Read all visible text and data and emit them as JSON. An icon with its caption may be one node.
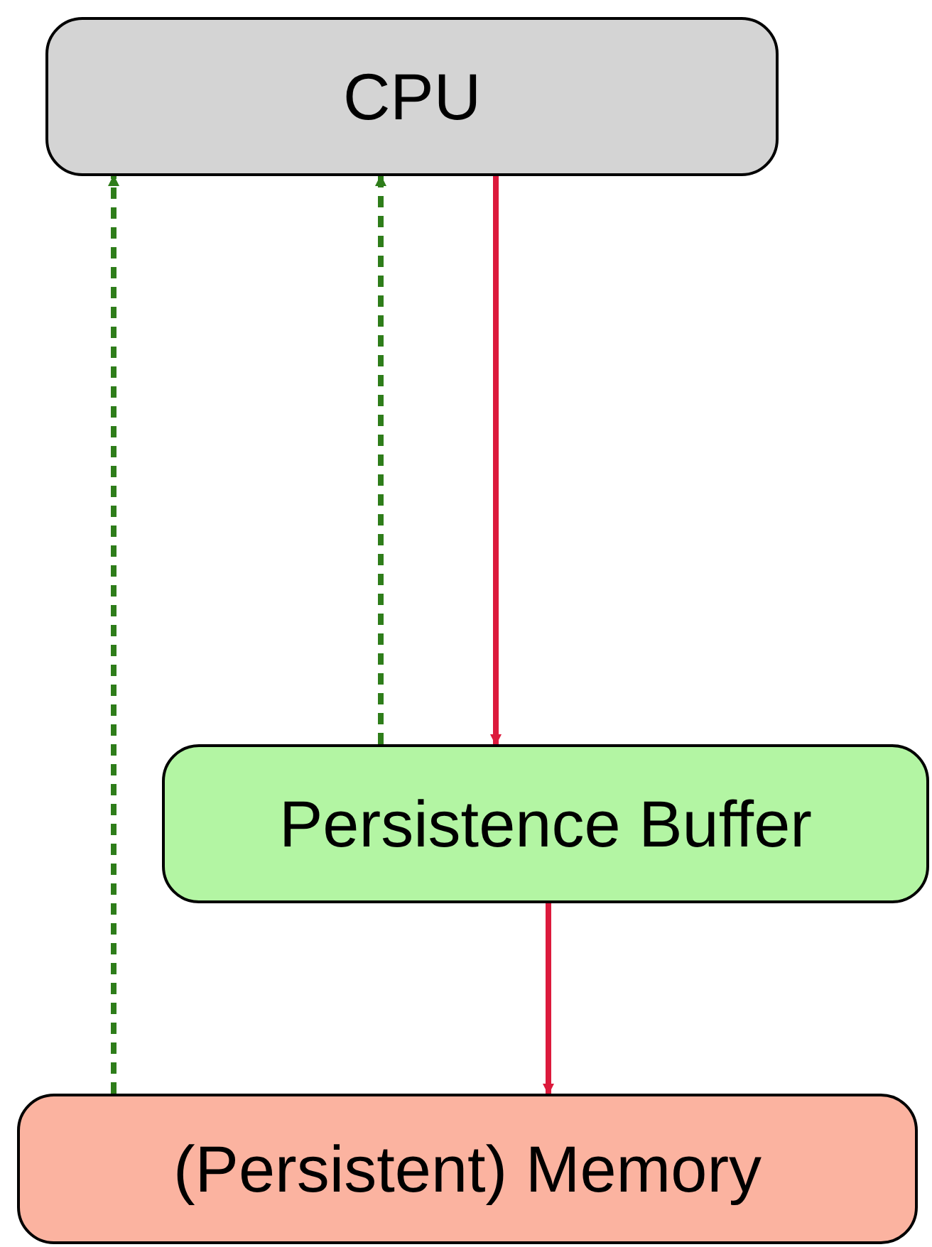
{
  "diagram": {
    "nodes": [
      {
        "text": [
          "CPU"
        ]
      },
      {
        "text": [
          "Persistence Buffer"
        ]
      },
      {
        "text": [
          "(Persistent) Memory"
        ]
      }
    ],
    "edges": [
      {
        "from": 2,
        "to": 0,
        "arrow": "to",
        "style": "dashed",
        "color": "#2e7d1a"
      },
      {
        "from": 1,
        "to": 0,
        "arrow": "to",
        "style": "dashed",
        "color": "#2e7d1a"
      },
      {
        "from": 0,
        "to": 1,
        "arrow": "to",
        "color": "#dc1a3c"
      },
      {
        "from": 1,
        "to": 2,
        "arrow": "to",
        "color": "#dc1a3c"
      }
    ]
  }
}
